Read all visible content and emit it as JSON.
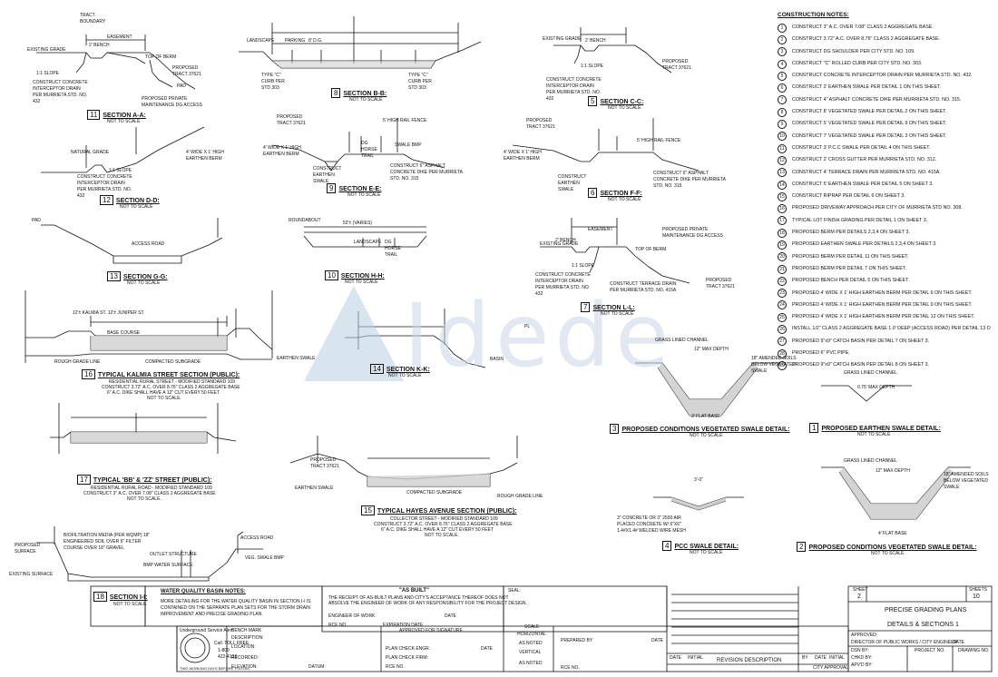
{
  "notes": {
    "title": "CONSTRUCTION NOTES:",
    "items": [
      "CONSTRUCT 3\" A.C. OVER 7.08\" CLASS 2 AGGREGATE BASE.",
      "CONSTRUCT 3.72\" A.C. OVER 8.76\" CLASS 2 AGGREGATE BASE.",
      "CONSTRUCT DG SHOULDER PER CITY STD. NO. 109.",
      "CONSTRUCT \"C\" ROLLED CURB PER CITY STD. NO. 303.",
      "CONSTRUCT CONCRETE INTERCEPTOR DRAIN PER MURRIETA STD. NO. 432.",
      "CONSTRUCT 2' EARTHEN SWALE PER DETAIL 1 ON THIS SHEET.",
      "CONSTRUCT 4\" ASPHALT CONCRETE DIKE PER MURRIETA STD. NO. 315.",
      "CONSTRUCT 8' VEGETATED SWALE PER DETAIL 2 ON THIS SHEET.",
      "CONSTRUCT 5' VEGETATED SWALE PER DETAIL 9 ON THIS SHEET.",
      "CONSTRUCT 7' VEGETATED SWALE PER DETAIL 3 ON THIS SHEET.",
      "CONSTRUCT 3' P.C.C SWALE PER DETAIL 4 ON THIS SHEET.",
      "CONSTRUCT 2' CROSS GUTTER PER MURRIETA STD. NO. 312.",
      "CONSTRUCT 4' TERRACE DRAIN PER MURRIETA STD. NO. 415A.",
      "CONSTRUCT 5' EARTHEN SWALE PER DETAIL 5 ON SHEET 3.",
      "CONSTRUCT RIPRAP PER DETAIL 6 ON SHEET 3.",
      "PROPOSED DRIVEWAY APPROACH PER CITY OF MURRIETA STD NO. 308.",
      "TYPICAL LOT FINISH GRADING PER DETAIL 1 ON SHEET 3.",
      "PROPOSED BERM PER DETAILS 2,3,4 ON SHEET 3.",
      "PROPOSED EARTHEN SWALE PER DETAILS 2,3,4 ON SHEET 3.",
      "PROPOSED BERM PER DETAIL 11 ON THIS SHEET.",
      "PROPOSED BERM PER DETAIL 7 ON THIS SHEET.",
      "PROPOSED BENCH PER DETAIL 5 ON THIS SHEET.",
      "PROPOSED 4' WIDE X 1' HIGH EARTHEN BERM PER DETAIL 6 ON THIS SHEET.",
      "PROPOSED 4' WIDE X 1' HIGH EARTHEN BERM PER DETAIL 9 ON THIS SHEET.",
      "PROPOSED 4' WIDE X 1' HIGH EARTHEN BERM PER DETAIL 12 ON THIS SHEET.",
      "INSTALL 1/2\" CLASS 2 AGGREGATE BASE 1.0' DEEP (ACCESS ROAD) PER DETAIL 13 ON SHEET 2.",
      "PROPOSED 9\"x9\" CATCH BASIN PER DETAIL 7 ON SHEET 3.",
      "PROPOSED 6\" PVC PIPE.",
      "PROPOSED 9\"x9\" CATCH BASIN PER DETAIL 8 ON SHEET 3."
    ]
  },
  "sections": [
    {
      "num": "11",
      "title": "SECTION A-A:",
      "scale": "NOT TO SCALE"
    },
    {
      "num": "8",
      "title": "SECTION B-B:",
      "scale": "NOT TO SCALE"
    },
    {
      "num": "5",
      "title": "SECTION C-C:",
      "scale": "NOT TO SCALE"
    },
    {
      "num": "12",
      "title": "SECTION D-D:",
      "scale": "NOT TO SCALE"
    },
    {
      "num": "9",
      "title": "SECTION E-E:",
      "scale": "NOT TO SCALE"
    },
    {
      "num": "6",
      "title": "SECTION F-F:",
      "scale": "NOT TO SCALE"
    },
    {
      "num": "13",
      "title": "SECTION G-G:",
      "scale": "NOT TO SCALE"
    },
    {
      "num": "10",
      "title": "SECTION H-H:",
      "scale": "NOT TO SCALE"
    },
    {
      "num": "7",
      "title": "SECTION L-L:",
      "scale": "NOT TO SCALE"
    },
    {
      "num": "14",
      "title": "SECTION K-K:",
      "scale": "NOT TO SCALE"
    },
    {
      "num": "3",
      "title": "PROPOSED CONDITIONS VEGETATED SWALE DETAIL:",
      "scale": "NOT TO SCALE"
    },
    {
      "num": "1",
      "title": "PROPOSED EARTHEN SWALE DETAIL:",
      "scale": "NOT TO SCALE"
    },
    {
      "num": "4",
      "title": "PCC SWALE DETAIL:",
      "scale": "NOT TO SCALE"
    },
    {
      "num": "2",
      "title": "PROPOSED CONDITIONS VEGETATED SWALE DETAIL:",
      "scale": "NOT TO SCALE"
    },
    {
      "num": "18",
      "title": "SECTION I-I:",
      "scale": "NOT TO SCALE"
    }
  ],
  "street16": {
    "num": "16",
    "title": "TYPICAL KALMIA STREET SECTION (PUBLIC):",
    "l1": "RESIDENTIAL RURAL STREET - MODIFIED STANDARD 109",
    "l2": "CONSTRUCT 3.72\" A.C. OVER 8.76\" CLASS 2 AGGREGATE BASE",
    "l3": "6\" A.C. DIKE SHALL HAVE A 12\" CUT EVERY 50 FEET",
    "l4": "NOT TO SCALE."
  },
  "street17": {
    "num": "17",
    "title": "TYPICAL 'BB' & 'ZZ' STREET (PUBLIC):",
    "l1": "RESIDENTIAL RURAL ROAD - MODIFIED STANDARD 109",
    "l2": "CONSTRUCT 3\" A.C. OVER 7.08\" CLASS 2 AGGREGATE BASE",
    "l3": "NOT TO SCALE."
  },
  "street15": {
    "num": "15",
    "title": "TYPICAL HAYES AVENUE SECTION (PUBLIC):",
    "l1": "COLLECTOR STREET - MODIFIED STANDARD 109",
    "l2": "CONSTRUCT 3.72\" A.C. OVER 8.76\" CLASS 2 AGGREGATE BASE",
    "l3": "6\" A.C. DIKE SHALL HAVE A 12\" CUT EVERY 50 FEET",
    "l4": "NOT TO SCALE."
  },
  "labels": {
    "tract_boundary": "TRACT BOUNDARY",
    "existing_grade": "EXISTING GRADE",
    "bench": "2' BENCH",
    "easement": "EASEMENT",
    "top_of_berm": "TOP OF BERM",
    "slope": "1:1 SLOPE",
    "interceptor": "CONSTRUCT CONCRETE INTERCEPTOR DRAIN PER MURRIETA STD. NO. 432",
    "tract": "PROPOSED TRACT 37621",
    "private_dg": "PROPOSED PRIVATE MAINTENANCE DG ACCESS",
    "pad": "PAD",
    "landscape": "LANDSCAPE",
    "parking": "PARKING",
    "dg": "8' D.G.",
    "curb": "TYPE \"C\" CURB PER STD 303",
    "high_rail": "5' HIGH RAIL FENCE",
    "dg_horse": "DG HORSE TRAIL",
    "swale_bmp": "SWALE BMP",
    "berm": "4' WIDE X 1' HIGH EARTHEN BERM",
    "earthen_swale": "CONSTRUCT EARTHEN SWALE",
    "dike": "CONSTRUCT 6\" ASPHALT CONCRETE DIKE PER MURRIETA STD. NO. 315",
    "natural_grade": "NATURAL GRADE",
    "access_road": "ACCESS ROAD",
    "roundabout": "ROUNDABOUT",
    "roadway": "52'± (VARIES)",
    "terrace": "CONSTRUCT TERRACE DRAIN PER MURRIETA STD. NO. 415A",
    "kalmia": "12'± KALMIA ST. 12'± JUNIPER ST.",
    "base_course": "BASE COURSE",
    "rough_grade": "ROUGH GRADE LINE",
    "compacted": "COMPACTED SUBGRADE",
    "earthen_swale2": "EARTHEN SWALE",
    "basin": "BASIN",
    "grass_lined": "GRASS LINED CHANNEL",
    "max_depth": "12\" MAX DEPTH",
    "amended": "18\" AMENDED SOILS BELOW VEGETATED SWALE",
    "flat_base3": "3' FLAT BASE",
    "flat_base4": "4' FLAT BASE",
    "depth075": "0.75' MAX DEPTH",
    "pcc": "3\" CONCRETE OR 3\" 2500 AIR PLACED CONCRETE W/ 6\"X6\" 1.4#X1.4# WELDED WIRE MESH",
    "pcc_dim": "3'-0\"",
    "biofilt": "BIOFILTRATION MEDIA (PER WQMP) 18\" ENGINEERED SOIL OVER 6\" FILTER COURSE OVER 18\" GRAVEL",
    "outlet": "OUTLET STRUCTURE",
    "bmp_ws": "BMP WATER SURFACE",
    "prop_surface": "PROPOSED SURFACE",
    "exist_surface": "EXISTING SURFACE",
    "veg_swale_bmp": "VEG. SWALE BMP",
    "pl": "PL"
  },
  "wq": {
    "title": "WATER QUALITY BASIN NOTES:",
    "body1": "MORE DETAILING FOR THE WATER QUALITY BASIN IN SECTION I-I IS",
    "body2": "CONTAINED ON THE SEPARATE PLAN SETS FOR THE STORM DRAIN",
    "body3": "IMPROVEMENT AND PRECISE GRADING PLAN."
  },
  "asbuilt": {
    "title": "\"AS BUILT\"",
    "body1": "THE RECEIPT OF AS-BUILT PLANS AND CITY'S ACCEPTANCE THEREOF DOES NOT",
    "body2": "ABSOLVE THE ENGINEER OF WORK OF ANY RESPONSIBILITY FOR THE PROJECT DESIGN.",
    "eow": "ENGINEER OF WORK",
    "date": "DATE",
    "rce": "RCE NO.",
    "exp": "EXPIRATION DATE",
    "seal": "SEAL:"
  },
  "usa": {
    "title": "Underground Service Alert",
    "call": "Call: TOLL FREE",
    "num1": "1-800",
    "num2": "422-4133",
    "note": "TWO WORKING DAYS BEFORE YOU DIG"
  },
  "bench": {
    "bm": "BENCH MARK",
    "desc": "DESCRIPTION:",
    "loc": "LOCATION:",
    "rec": "RECORDED:",
    "elev": "ELEVATION:",
    "datum": "DATUM:"
  },
  "approval": {
    "title": "APPROVED FOR SIGNATURE",
    "pce": "PLAN CHECK ENGR.",
    "pcf": "PLAN CHECK FIRM:",
    "date": "DATE",
    "rce": "RCE NO."
  },
  "scale": {
    "title": "SCALE",
    "h": "HORIZONTAL",
    "h_val": "AS NOTED",
    "v": "VERTICAL",
    "v_val": "AS NOTED",
    "prep": "PREPARED BY",
    "date": "DATE",
    "rce": "RCE NO."
  },
  "revision": {
    "desc": "REVISION DESCRIPTION",
    "date": "DATE",
    "initial": "INITIAL",
    "by": "BY",
    "date2": "DATE",
    "initial2": "INITIAL",
    "city": "CITY APPROVAL"
  },
  "sheet": {
    "sheet_label": "SHEET",
    "sheet_num": "2",
    "sheets_label": "SHEETS",
    "sheets_num": "10",
    "title1": "PRECISE GRADING PLANS",
    "title2": "DETAILS & SECTIONS 1",
    "approved": "APPROVED:",
    "director": "DIRECTOR OF PUBLIC WORKS / CITY ENGINEER",
    "date": "DATE",
    "dsn": "DSN BY:",
    "chkd": "CHKD BY:",
    "apvd": "APV'D BY:",
    "project": "PROJECT NO.",
    "drawing": "DRAWING NO."
  },
  "watermark": "Idede"
}
